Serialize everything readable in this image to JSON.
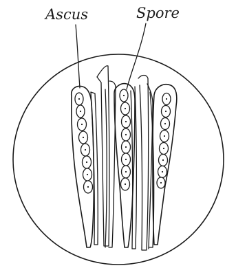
{
  "labels": {
    "ascus": "Ascus",
    "spore": "Spore"
  },
  "colors": {
    "ink": "#1a1a1a",
    "background": "#ffffff"
  },
  "asci": [
    {
      "id": "left",
      "spore_count": 8
    },
    {
      "id": "middle",
      "spore_count": 8
    },
    {
      "id": "right",
      "spore_count": 8
    }
  ]
}
